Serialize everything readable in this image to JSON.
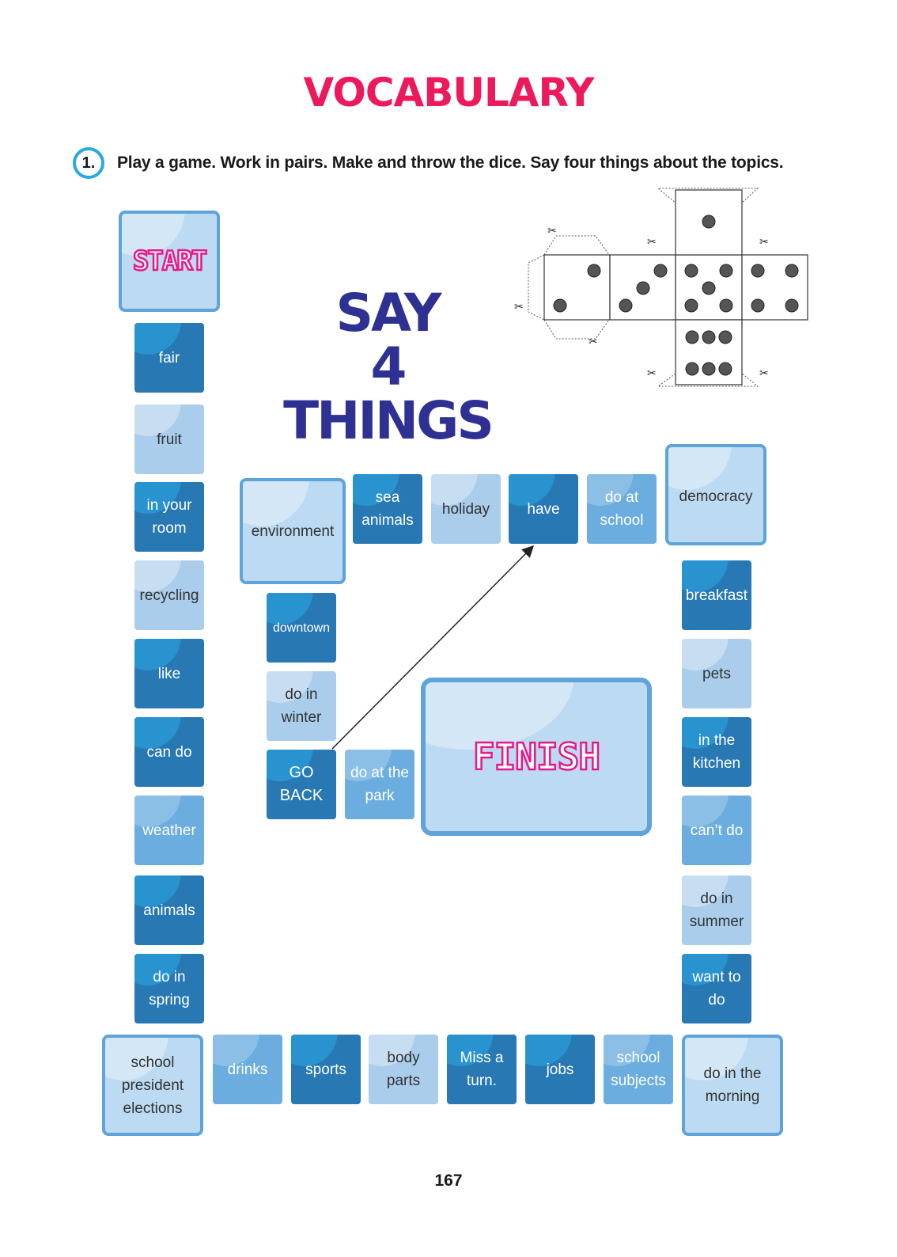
{
  "title": "VOCABULARY",
  "exercise": {
    "number": "1.",
    "instruction": "Play a game. Work in pairs. Make and throw the dice. Say four things about the topics."
  },
  "say": {
    "line1": "SAY",
    "line2": "4",
    "line3": "THINGS"
  },
  "start_label": "START",
  "finish_label": "FINISH",
  "left_column": [
    "fair",
    "fruit",
    "in your room",
    "recycling",
    "like",
    "can do",
    "weather",
    "animals",
    "do in spring"
  ],
  "bottom_row": [
    "school president elections",
    "drinks",
    "sports",
    "body parts",
    "Miss a turn.",
    "jobs",
    "school subjects",
    "do in the morning"
  ],
  "right_column": [
    "democracy",
    "breakfast",
    "pets",
    "in the kitchen",
    "can’t do",
    "do in summer",
    "want to do"
  ],
  "top_row": [
    "environment",
    "sea animals",
    "holiday",
    "have",
    "do at school"
  ],
  "inner_column": [
    "downtown",
    "do in winter",
    "GO BACK",
    "do at the park"
  ],
  "page_number": "167",
  "colors": {
    "title": "#ec1a5c",
    "accent": "#27a9e1",
    "say": "#2e3192",
    "outline": "#e8188a",
    "tile_dark": "#2878b4",
    "tile_mid": "#6caddf",
    "tile_light": "#a9cdeb"
  },
  "dice_icon": "dice-net-icon",
  "scissors_icon": "scissors-icon"
}
